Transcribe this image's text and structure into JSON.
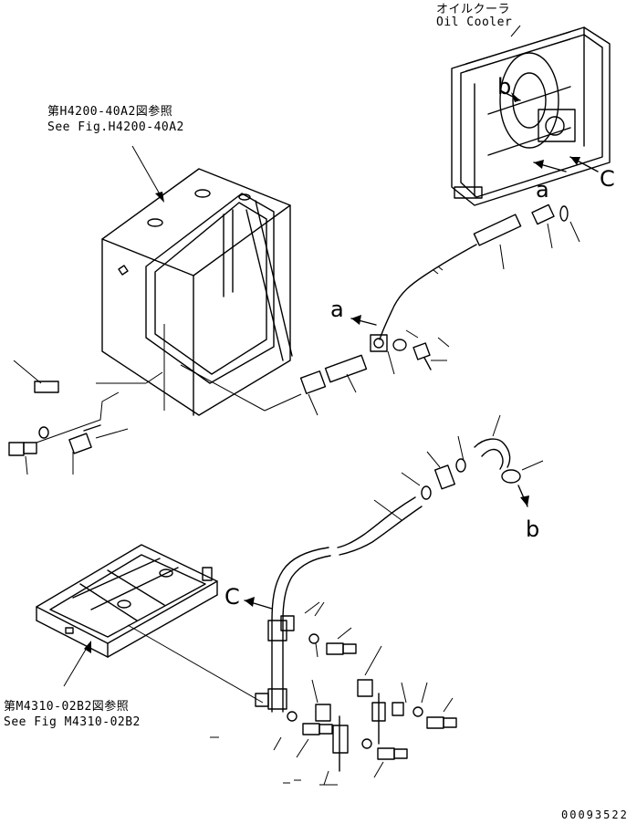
{
  "references": {
    "oil_cooler_jp": "オイルクーラ",
    "oil_cooler_en": "Oil Cooler",
    "fig_h4200_jp": "第H4200-40A2図参照",
    "fig_h4200_en": "See Fig.H4200-40A2",
    "fig_m4310_jp": "第M4310-02B2図参照",
    "fig_m4310_en": "See Fig M4310-02B2"
  },
  "view_arrows": {
    "a_top": "a",
    "c_top": "C",
    "b_top": "b",
    "a_mid": "a",
    "b_mid": "b",
    "c_mid": "C"
  },
  "drawing_number": "00093522"
}
